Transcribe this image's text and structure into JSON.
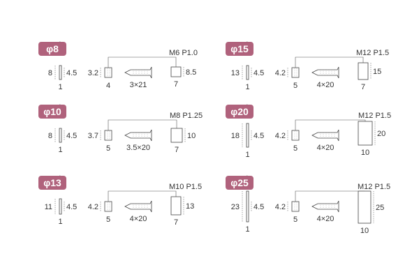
{
  "groups": [
    {
      "badge": "φ8",
      "washer_h": "8",
      "washer_t": "4.5",
      "washer_w": "1",
      "sleeve_h": "3.2",
      "sleeve_w": "4",
      "screw": "3×21",
      "thread": "M6 P1.0",
      "nut_h": "8.5",
      "nut_w": "7"
    },
    {
      "badge": "φ15",
      "washer_h": "13",
      "washer_t": "4.5",
      "washer_w": "1",
      "sleeve_h": "4.2",
      "sleeve_w": "5",
      "screw": "4×20",
      "thread": "M12 P1.5",
      "nut_h": "15",
      "nut_w": "7"
    },
    {
      "badge": "φ10",
      "washer_h": "8",
      "washer_t": "4.5",
      "washer_w": "1",
      "sleeve_h": "3.7",
      "sleeve_w": "5",
      "screw": "3.5×20",
      "thread": "M8 P1.25",
      "nut_h": "10",
      "nut_w": "7"
    },
    {
      "badge": "φ20",
      "washer_h": "18",
      "washer_t": "4.5",
      "washer_w": "1",
      "sleeve_h": "4.2",
      "sleeve_w": "5",
      "screw": "4×20",
      "thread": "M12 P1.5",
      "nut_h": "20",
      "nut_w": "10"
    },
    {
      "badge": "φ13",
      "washer_h": "11",
      "washer_t": "4.5",
      "washer_w": "1",
      "sleeve_h": "4.2",
      "sleeve_w": "5",
      "screw": "4×20",
      "thread": "M10 P1.5",
      "nut_h": "13",
      "nut_w": "7"
    },
    {
      "badge": "φ25",
      "washer_h": "23",
      "washer_t": "4.5",
      "washer_w": "1",
      "sleeve_h": "4.2",
      "sleeve_w": "5",
      "screw": "4×20",
      "thread": "M12 P1.5",
      "nut_h": "25",
      "nut_w": "10"
    }
  ]
}
